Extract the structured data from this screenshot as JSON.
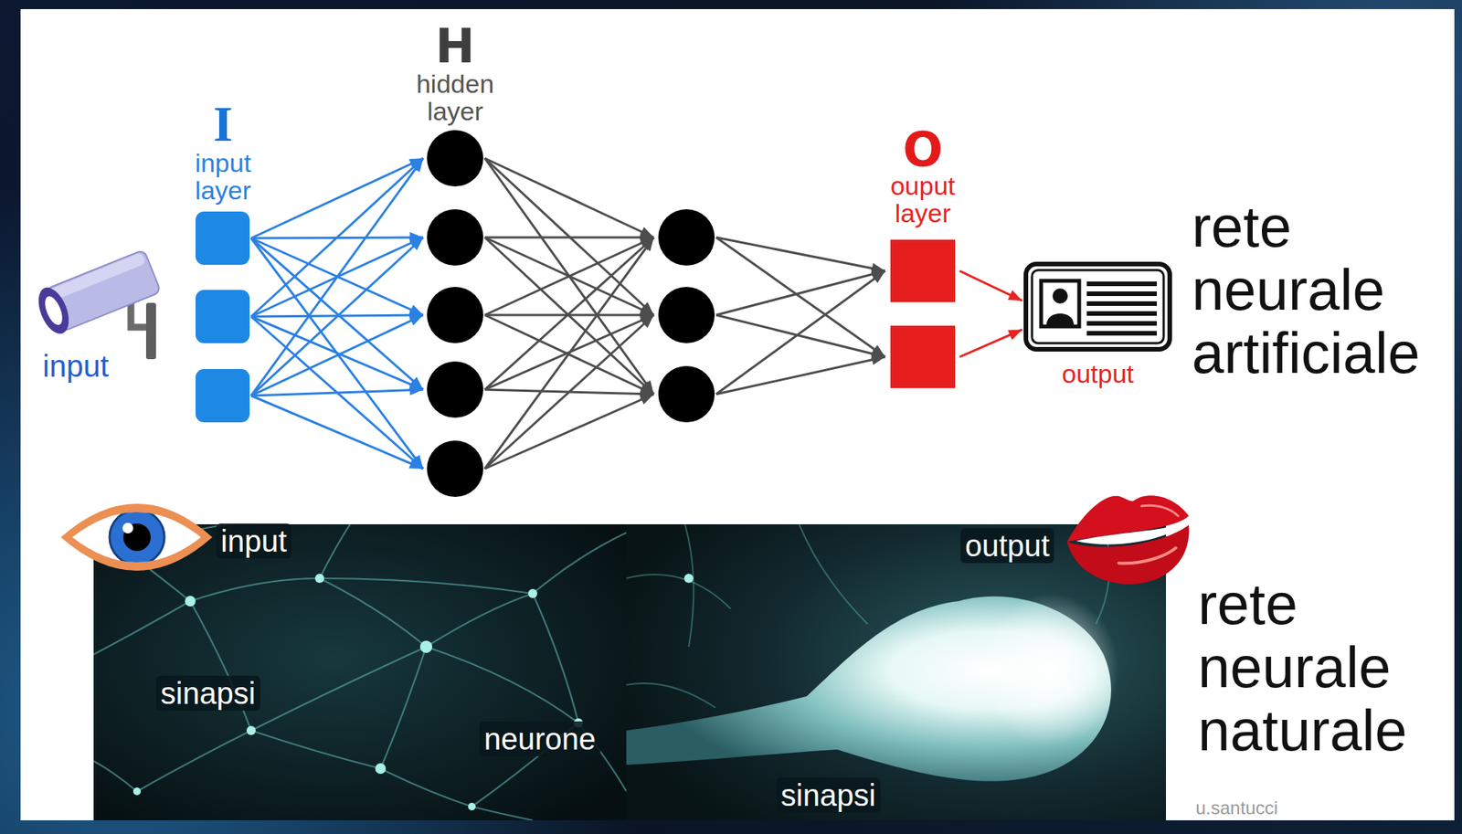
{
  "diagram": {
    "nodes": [
      {
        "text": [
          "I",
          "input layer"
        ]
      },
      {
        "text": [
          "H",
          "hidden layer"
        ]
      },
      {
        "text": [
          "O",
          "ouput layer"
        ]
      },
      {
        "text": [
          "output"
        ]
      }
    ],
    "edges": [
      {
        "from": 2,
        "to": 3,
        "arrow": "to"
      }
    ],
    "labels": [
      "input",
      "rete neurale artificiale",
      "input",
      "sinapsi",
      "neurone",
      "sinapsi",
      "output",
      "rete neurale naturale",
      "u.santucci"
    ]
  }
}
